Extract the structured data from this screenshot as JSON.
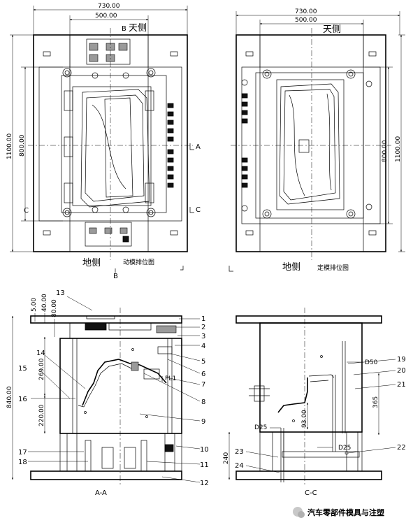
{
  "top_left_view": {
    "dim_width_outer": "730.00",
    "dim_width_inner": "500.00",
    "dim_height_outer": "1100.00",
    "dim_height_inner": "800.00",
    "label_top": "天侧",
    "label_bottom": "地侧",
    "view_title": "动模排位图",
    "section_b_top": "B",
    "section_b_bottom": "B",
    "section_a": "A",
    "section_c_left": "C",
    "section_c_right": "C"
  },
  "top_right_view": {
    "dim_width_outer": "730.00",
    "dim_width_inner": "500.00",
    "dim_height_inner": "800.00",
    "dim_height_outer": "1100.00",
    "label_top": "天侧",
    "label_bottom": "地侧",
    "view_title": "定模排位图"
  },
  "section_aa": {
    "title": "A-A",
    "dim_5": "5.00",
    "dim_40": "40.00",
    "dim_80": "80.00",
    "dim_269": "269.00",
    "dim_220": "220.00",
    "dim_840": "840.00",
    "pl_label": "PL1",
    "callouts": [
      "1",
      "2",
      "3",
      "4",
      "5",
      "6",
      "7",
      "8",
      "9",
      "10",
      "11",
      "12",
      "13",
      "14",
      "15",
      "16",
      "17",
      "18"
    ]
  },
  "section_cc": {
    "title": "C-C",
    "dim_d50": "D50",
    "dim_d25_left": "D25",
    "dim_d25_right": "D25",
    "dim_365": "365",
    "dim_93": "93.00",
    "dim_240": "240",
    "callouts": [
      "19",
      "20",
      "21",
      "22",
      "23",
      "24"
    ]
  },
  "watermark": {
    "text": "汽车零部件模具与注塑"
  }
}
